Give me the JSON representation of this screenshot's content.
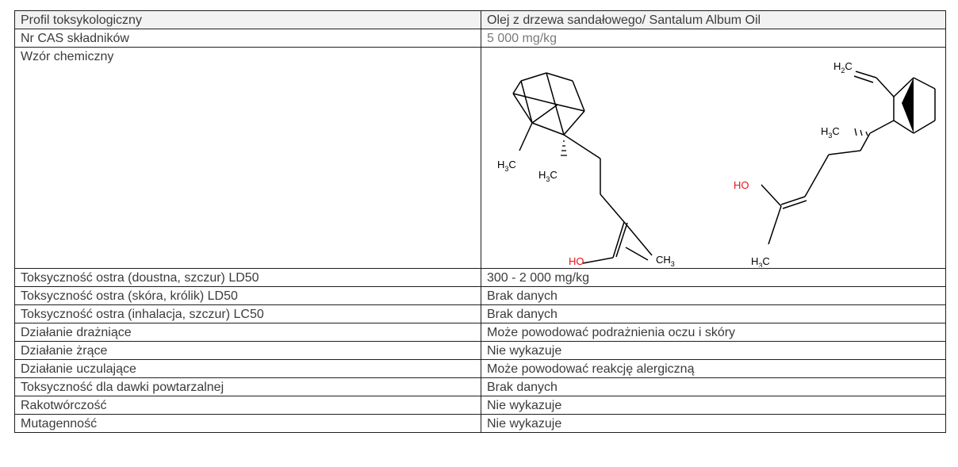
{
  "table": {
    "header": {
      "left": "Profil toksykologiczny",
      "right": "Olej z drzewa sandałowego/ Santalum Album Oil"
    },
    "cas_row": {
      "label": "Nr CAS składników",
      "value": "5 000 mg/kg"
    },
    "formula_row": {
      "label": "Wzór chemiczny"
    },
    "rows": [
      {
        "label": "Toksyczność ostra (doustna, szczur) LD50",
        "value": "300 - 2 000 mg/kg"
      },
      {
        "label": "Toksyczność ostra (skóra, królik) LD50",
        "value": "Brak danych"
      },
      {
        "label": "Toksyczność ostra (inhalacja, szczur) LC50",
        "value": "Brak danych"
      },
      {
        "label": "Działanie drażniące",
        "value": "Może powodować podrażnienia oczu i skóry"
      },
      {
        "label": "Działanie żrące",
        "value": "Nie wykazuje"
      },
      {
        "label": "Działanie uczulające",
        "value": "Może powodować reakcję alergiczną"
      },
      {
        "label": "Toksyczność dla dawki powtarzalnej",
        "value": "Brak danych"
      },
      {
        "label": "Rakotwórczość",
        "value": "Nie wykazuje"
      },
      {
        "label": "Mutagenność",
        "value": "Nie wykazuje"
      }
    ]
  },
  "structures": {
    "alpha": {
      "h3c_1": "H",
      "h3c_2": "H",
      "ch3": "CH",
      "oh": "HO",
      "sub3": "3"
    },
    "beta": {
      "h2c": "H",
      "h3c_1": "H",
      "h3c_2": "H",
      "oh": "HO",
      "sub2": "2",
      "sub3": "3",
      "c": "C"
    }
  },
  "colors": {
    "border": "#1f1f1f",
    "header_bg": "#f2f2f2",
    "text": "#3b3b3b",
    "grey_value": "#7a7a7a",
    "hydroxyl": "#e8101a"
  }
}
